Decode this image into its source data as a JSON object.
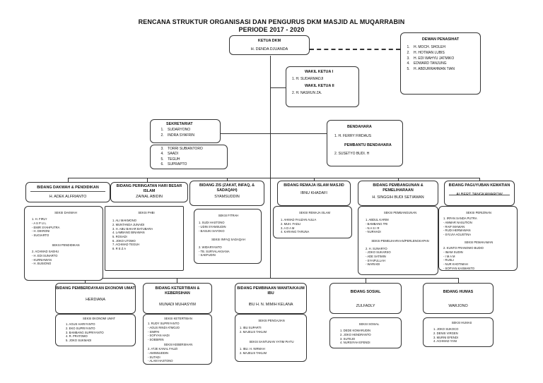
{
  "title": {
    "line1": "RENCANA STRUKTUR ORGANISASI DAN PENGURUS DKM MASJID AL MUQARRABIN",
    "line2": "PERIODE 2017 - 2020"
  },
  "ketua": {
    "title": "KETUA DKM",
    "name": "H. DENDA DJUANDA"
  },
  "dewan": {
    "title": "DEWAN PENASIHAT",
    "members": [
      "H. MOCH. SHOLEH",
      "H. HOTMAN LUBIS",
      "H. EDI WAHYU JATMIKO",
      "EDWARD TANJUNG",
      "H. ABDURRAHMAN TIAN"
    ]
  },
  "wakil": {
    "title1": "WAKIL KETUA I",
    "name1": "1.    H. SUDARMADJI",
    "title2": "WAKIL KETUA II",
    "name2": "2.    H. NASRUN ZA."
  },
  "sekretariat": {
    "title": "SEKRETARIAT",
    "members": [
      "SUDARYONO",
      "INDRA SYAFRIN"
    ],
    "staff": [
      "TORRI SUBIANTORO",
      "SAADI",
      "TEGUH",
      "SUPRAPTO"
    ]
  },
  "bendahara": {
    "title": "BENDAHARA",
    "name1": "1.    H. FERRY FIRDAUS",
    "title2": "PEMBANTU BENDAHARA",
    "name2": "2.    SUSETYO BUDI. H"
  },
  "bidang_top": [
    {
      "title": "BIDANG DAKWAH & PENDIDIKAN",
      "head": "H. ADEK ALFRIANTO",
      "sections": [
        {
          "label": "SEKSI DAKWAH",
          "lines": [
            "1.   H. FIRLY",
            "       - A S P U L",
            "       - EMIR SYAHPUTRA",
            "       - H. DIKRONI",
            "       - SUGIARTO"
          ]
        },
        {
          "label": "SEKSI PENDIDIKAN",
          "lines": [
            "2.   ACHMAD SAEHU",
            "       - H. EDI SUNARTO",
            "       - KURNIAWAN",
            "       - H. BUSIONO"
          ]
        }
      ]
    },
    {
      "title": "BIDANG PERINGATAN HARI BESAR ISLAM",
      "head": "ZAINAL ABIDIN",
      "sections": [
        {
          "label": "SEKSI PHBI",
          "lines": [
            "1.   ALI MAKMONO",
            "2.   MUNTANDA JUNAIDI",
            "3.   H. ABU BAKAR BATUBARA",
            "4.   LAMBANG BINAWAN",
            "5.   ROSADI",
            "6.   JOKO UTOMO",
            "7.   ACHMAD TEGUH",
            "8.   R E Z A"
          ]
        }
      ]
    },
    {
      "title": "BIDANG ZIS (ZAKAT, INFAQ, & SADAQAH)",
      "head": "SYAMSUDDIN",
      "sections": [
        {
          "label": "SEKSI FITRAH",
          "lines": [
            "1.   SUDI HASTONO",
            "       - UDIN SYAMSUDIN",
            "       - BASUKI SAYOKO"
          ]
        },
        {
          "label": "SEKSI INFAQ SADAQAH",
          "lines": [
            "2.   WIDARYANTO",
            "       - TB. SURYALAKSANA",
            "       - SAEFUDIN"
          ]
        }
      ]
    },
    {
      "title": "BIDANG REMAJA ISLAM MASJID",
      "head": "IBNU KHADAFI",
      "sections": [
        {
          "label": "SEKSI REMAJA ISLAM",
          "lines": [
            "1.   AHMAD FAUZAN AULIA",
            "2.   MUH. FADLI",
            "3.   A D A M",
            "4.   KARANG TARUNA"
          ]
        }
      ]
    },
    {
      "title": "BIDANG PEMBANGUNAN & PEMELIHARAAN",
      "head": "H. SINGGIH BUDI SETIAWAN",
      "sections": [
        {
          "label": "SEKSI PEMBANGUNAN",
          "lines": [
            "1.   ABDUL KARIM",
            "       - BAMBANG TRI",
            "       - N A S I R",
            "       - NURHADI"
          ]
        },
        {
          "label": "SEKSI PEMELIHARAAN/PERLENGKAPAN",
          "lines": [
            "2.   H. SUNARYO",
            "       - JOKO SUKARSO",
            "       - ADE SATIMIN",
            "       - SYAIFULLAH",
            "       - WARIADI"
          ]
        }
      ]
    },
    {
      "title": "BIDANG PAGUYUBAN KEMATIAN",
      "head": "ALBERT TANGKAWAROW",
      "sections": [
        {
          "label": "SEKSI PERIZINAN",
          "lines": [
            "1.   IRFAN SANDA PUTRA",
            "       - AMMAR NASUTION",
            "       - RAIF IMAWAN",
            "       - RUDI HERMAWAN",
            "       - SYLVIA AGUSTINA"
          ]
        },
        {
          "label": "SEKSI PEMAKAMAN",
          "lines": [
            "2.   KUNTO PRANOWO BUDIO",
            "       - IMAM SUDIN",
            "       - I M A M",
            "       - RUSLI",
            "       - NUR KHOTIMAH",
            "       - SOFYAN KASMANTO"
          ]
        }
      ]
    }
  ],
  "bidang_bottom": [
    {
      "title": "BIDANG PEMBERDAYAAN EKONOMI UMAT",
      "head": "HERDIANA",
      "sections": [
        {
          "label": "SEKSI EKONOMI UMAT",
          "lines": [
            "1.   AGUS HARIYANTO",
            "2.   EKO SUPRIYANTO",
            "3.   BAMBANG SUPRIYANTO",
            "4.   R. PRATOMO",
            "5.   JOKO SUKMADI"
          ]
        }
      ]
    },
    {
      "title": "BIDANG KETERTIBAN & KEBERSIHAN",
      "head": "MUNADI MUHASYIM",
      "sections": [
        {
          "label": "SEKSI KETERTIBAN",
          "lines": [
            "1.   RUDY SUPRIYANTO",
            "       - AGUS RINDI ATMOJO",
            "       - SIMPAI",
            "       - SOFYAN HADI",
            "       - SOEBIRIN"
          ]
        },
        {
          "label": "SEKSI KEBERSIHAN",
          "lines": [
            "2.   ATJE KANAL FAUZI",
            "       - AMINNUDDIN",
            "       - SUTADI",
            "       - ALAM HASTONO"
          ]
        }
      ]
    },
    {
      "title": "BIDANG PEMBINAAN WANITA/KAUM IBU",
      "head": "IBU H. N. MIMIH KELANA",
      "sections": [
        {
          "label": "SEKSI PENGAJIAN",
          "lines": [
            "1.   IBU SUPARTI",
            "2.   MAJELIS TAKLIM"
          ]
        },
        {
          "label": "SEKSI SANTUNAN YATIM PIATU",
          "lines": [
            "1.   IBU. H. NIRMAH",
            "2.   MAJELIS TAKLIM"
          ]
        }
      ]
    },
    {
      "title": "BIDANG SOSIAL",
      "head": "ZULFADLY",
      "sections": [
        {
          "label": "SEKSI SOSIAL",
          "lines": [
            "1.   DEDE KOMARUDIN",
            "2.   JOKO HENDRANTO",
            "3.   SUTEJO",
            "4.   NURSIYAH EFENDI"
          ]
        }
      ]
    },
    {
      "title": "BIDANG HUMAS",
      "head": "WARJONO",
      "sections": [
        {
          "label": "SEKSI HUMAS",
          "lines": [
            "1.   JOKO SUKOCO",
            "2.   DENIS VIRGEN",
            "3.   MURNI EFENDI",
            "4.   ACHMAD YANI"
          ]
        }
      ]
    }
  ]
}
